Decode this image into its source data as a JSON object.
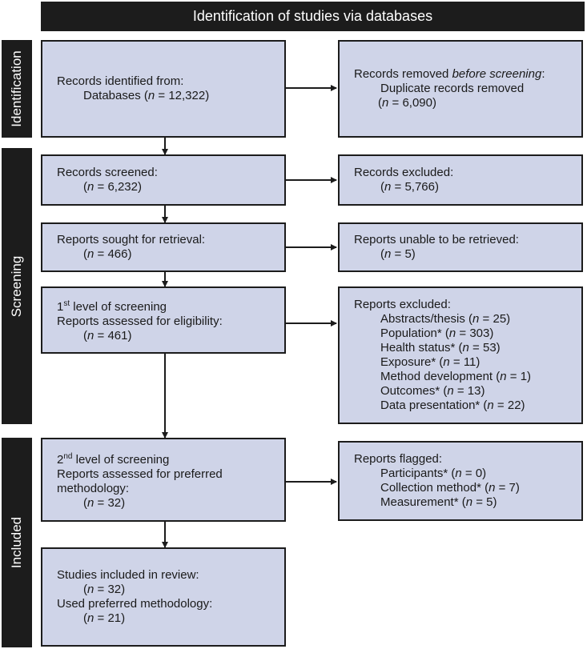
{
  "header": "Identification of studies via databases",
  "phases": {
    "identification": "Identification",
    "screening": "Screening",
    "included": "Included"
  },
  "boxes": {
    "identified": {
      "line1": "Records identified from:",
      "line2_prefix": "Databases (",
      "line2_n": "n",
      "line2_suffix": " = 12,322)"
    },
    "removed": {
      "line1_prefix": "Records removed ",
      "line1_italic": "before screening",
      "line1_suffix": ":",
      "line2": "Duplicate records removed",
      "line3_n": "n",
      "line3_suffix": " = 6,090)"
    },
    "screened": {
      "line1": "Records screened:",
      "n_value": " = 6,232)"
    },
    "excluded": {
      "line1": "Records excluded:",
      "n_value": " = 5,766)"
    },
    "sought": {
      "line1": "Reports sought for retrieval:",
      "n_value": " = 466)"
    },
    "not_retrieved": {
      "line1": "Reports unable to be retrieved:",
      "n_value": " = 5)"
    },
    "level1": {
      "line1_num": "1",
      "line1_sup": "st",
      "line1_rest": " level of screening",
      "line2": "Reports assessed for eligibility:",
      "n_value": " = 461)"
    },
    "reports_excluded": {
      "title": "Reports excluded:",
      "items": [
        {
          "label": "Abstracts/thesis (",
          "value": " = 25)"
        },
        {
          "label": "Population* (",
          "value": " = 303)"
        },
        {
          "label": "Health status* (",
          "value": " = 53)"
        },
        {
          "label": "Exposure* (",
          "value": " = 11)"
        },
        {
          "label": "Method development (",
          "value": " = 1)"
        },
        {
          "label": "Outcomes* (",
          "value": " = 13)"
        },
        {
          "label": "Data presentation* (",
          "value": " = 22)"
        }
      ]
    },
    "level2": {
      "line1_num": "2",
      "line1_sup": "nd",
      "line1_rest": " level of screening",
      "line2": "Reports assessed for preferred",
      "line3": "methodology:",
      "n_value": " = 32)"
    },
    "flagged": {
      "title": "Reports flagged:",
      "items": [
        {
          "label": "Participants* (",
          "value": " = 0)"
        },
        {
          "label": "Collection method* (",
          "value": " = 7)"
        },
        {
          "label": "Measurement* (",
          "value": " = 5)"
        }
      ]
    },
    "included": {
      "line1": "Studies included in review:",
      "n_value1": " = 32)",
      "line3": "Used preferred methodology:",
      "n_value2": " = 21)"
    }
  },
  "n_symbol": "n",
  "open_paren": "(",
  "colors": {
    "box_fill": "#cfd4e8",
    "dark": "#1c1c1c"
  }
}
